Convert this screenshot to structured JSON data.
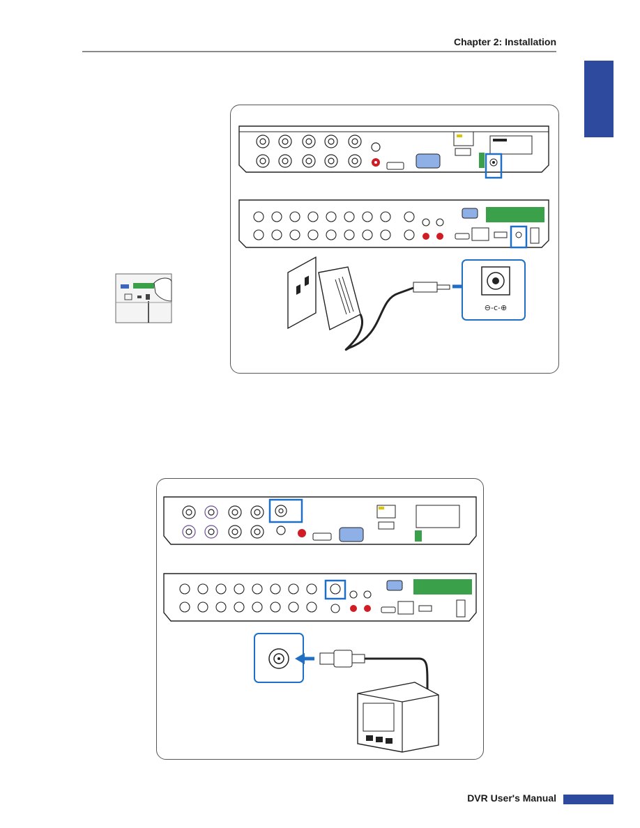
{
  "header": {
    "chapter": "Chapter 2: Installation"
  },
  "footer": {
    "manual_title": "DVR User's Manual"
  },
  "colors": {
    "accent_blue": "#2e4a9e",
    "highlight_blue": "#1f6fc4",
    "port_red": "#d01c24",
    "terminal_green": "#3aa04a"
  },
  "figures": [
    {
      "id": "power-connection",
      "icons": [
        "dvr-4ch-rear-panel-icon",
        "dvr-16ch-rear-panel-icon",
        "wall-outlet-icon",
        "power-adapter-icon",
        "dc-power-jack-icon"
      ]
    },
    {
      "id": "monitor-connection",
      "icons": [
        "dvr-4ch-rear-panel-icon",
        "dvr-16ch-rear-panel-icon",
        "bnc-video-out-icon",
        "bnc-cable-icon",
        "crt-monitor-icon"
      ]
    }
  ]
}
